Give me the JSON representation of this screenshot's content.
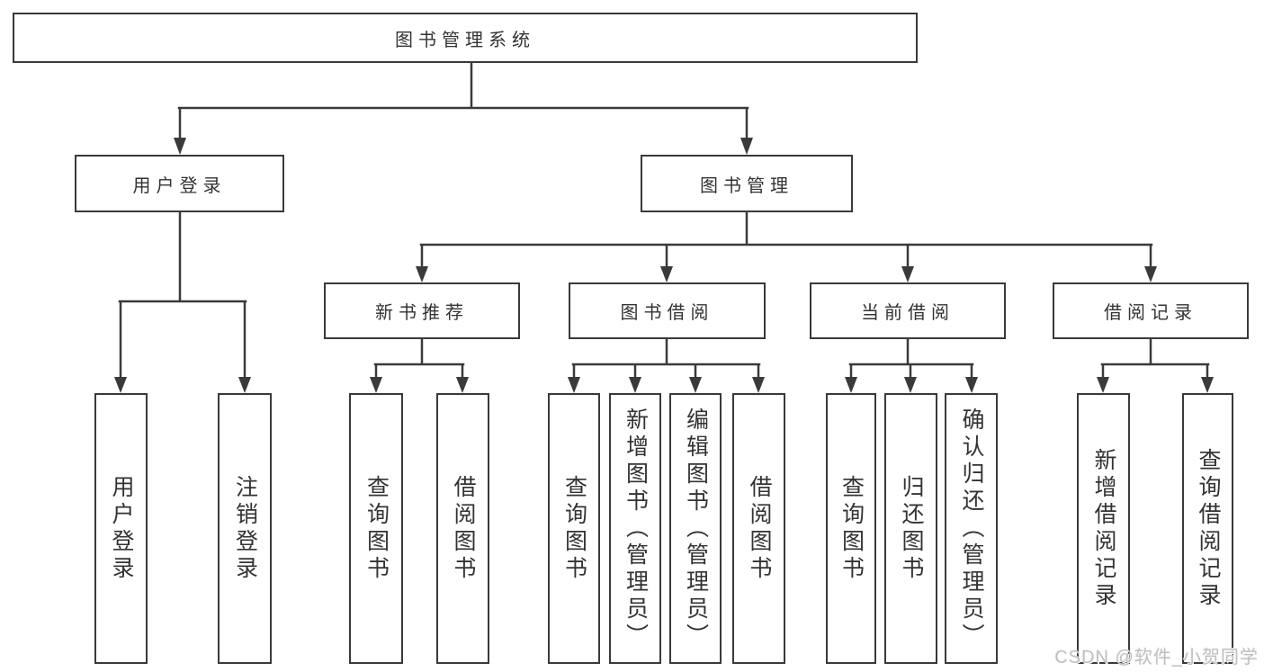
{
  "diagram": {
    "type": "hierarchy-tree",
    "root": {
      "label": "图书管理系统"
    },
    "level2": [
      {
        "label": "用户登录"
      },
      {
        "label": "图书管理"
      }
    ],
    "level3": [
      {
        "label": "新书推荐"
      },
      {
        "label": "图书借阅"
      },
      {
        "label": "当前借阅"
      },
      {
        "label": "借阅记录"
      }
    ],
    "leaves": {
      "user_login_group": [
        {
          "label": "用户登录"
        },
        {
          "label": "注销登录"
        }
      ],
      "new_book_group": [
        {
          "label": "查询图书"
        },
        {
          "label": "借阅图书"
        }
      ],
      "book_borrow_group": [
        {
          "label": "查询图书"
        },
        {
          "label": "新增图书（管理员）"
        },
        {
          "label": "编辑图书（管理员）"
        },
        {
          "label": "借阅图书"
        }
      ],
      "current_borrow_group": [
        {
          "label": "查询图书"
        },
        {
          "label": "归还图书"
        },
        {
          "label": "确认归还（管理员）"
        }
      ],
      "record_group": [
        {
          "label": "新增借阅记录"
        },
        {
          "label": "查询借阅记录"
        }
      ]
    }
  },
  "watermark": {
    "text": "CSDN @软件_小贺同学"
  },
  "colors": {
    "line": "#3a3a3a",
    "text": "#333333",
    "background": "#ffffff",
    "watermark": "#bfbfbf"
  }
}
